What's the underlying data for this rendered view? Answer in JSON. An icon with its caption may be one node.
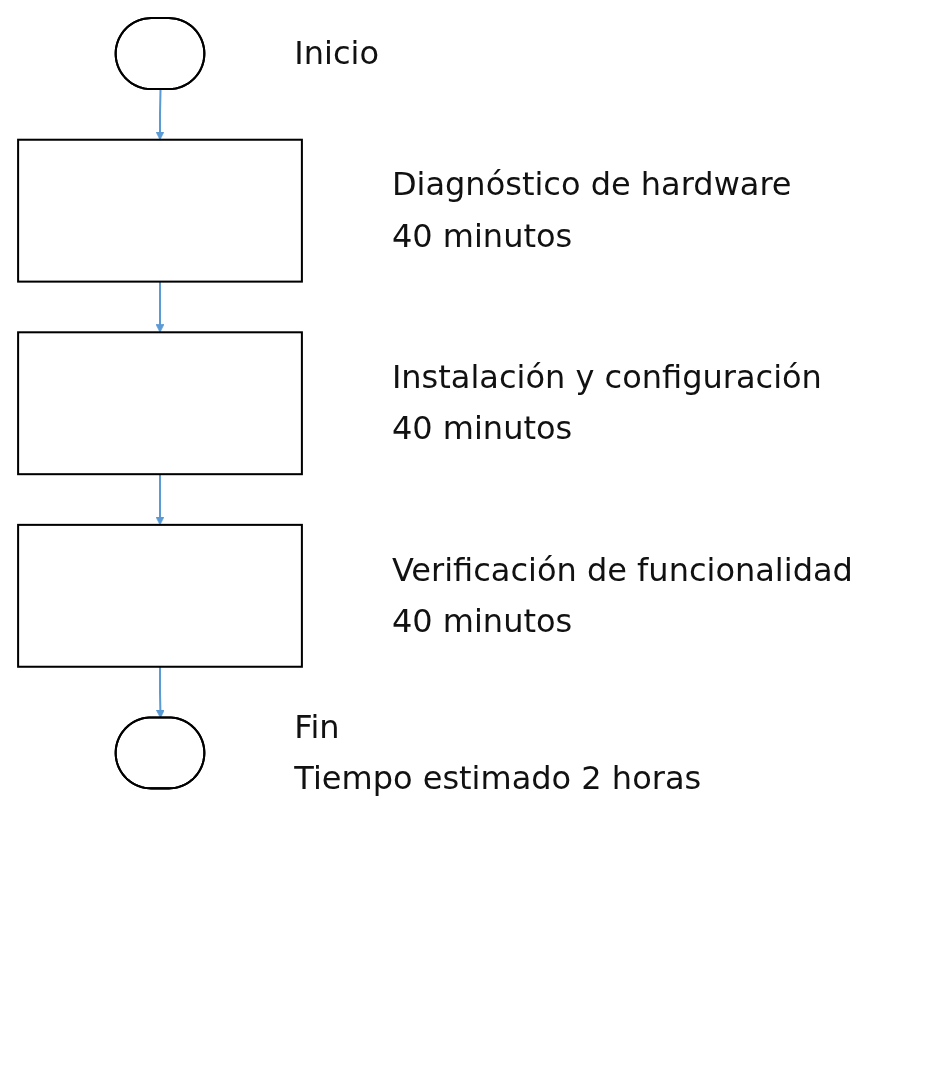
{
  "diagram": {
    "nodes": [
      {
        "text": [],
        "shape": "stadium",
        "beside": [
          "Inicio"
        ]
      },
      {
        "text": [],
        "shape": "box",
        "beside": [
          "Diagnóstico de hardware",
          "40 minutos"
        ]
      },
      {
        "text": [],
        "shape": "box",
        "beside": [
          "Instalación y configuración",
          "40 minutos"
        ]
      },
      {
        "text": [],
        "shape": "box",
        "beside": [
          "Verificación de funcionalidad",
          "40 minutos"
        ]
      },
      {
        "text": [],
        "shape": "stadium",
        "beside": [
          "Fin",
          "Tiempo estimado 2 horas"
        ]
      }
    ],
    "edges": [
      {
        "from": 0,
        "to": 1,
        "arrow": "to"
      },
      {
        "from": 1,
        "to": 2,
        "arrow": "to"
      },
      {
        "from": 2,
        "to": 3,
        "arrow": "to"
      },
      {
        "from": 3,
        "to": 4,
        "arrow": "to"
      }
    ]
  }
}
